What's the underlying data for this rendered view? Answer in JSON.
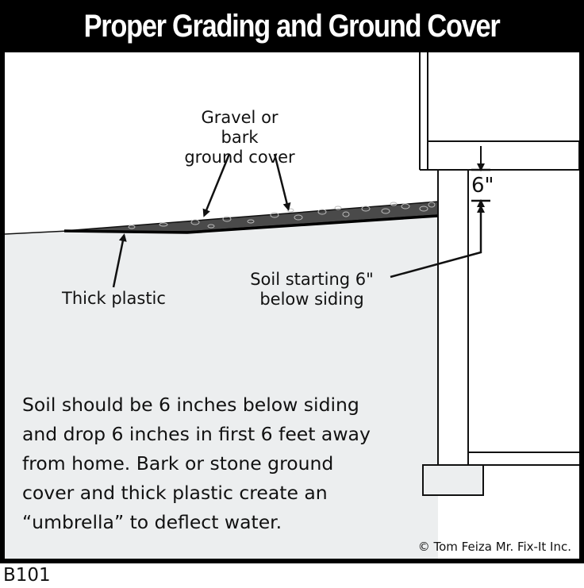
{
  "title": "Proper Grading and Ground Cover",
  "labels": {
    "ground_cover": "Gravel or bark\nground cover",
    "thick_plastic": "Thick plastic",
    "soil_start": "Soil starting 6\"\nbelow siding",
    "dimension": "6\""
  },
  "note": "Soil should be 6 inches below siding\nand drop 6 inches in first 6 feet away\nfrom home.  Bark or stone ground\ncover and thick plastic create an\n“umbrella” to deflect water.",
  "copyright": "© Tom Feiza Mr. Fix-It Inc.",
  "figure_code": "B101",
  "colors": {
    "title_bg": "#000000",
    "title_text": "#ffffff",
    "soil": "#eceeef",
    "gravel": "#4a4a4a",
    "line": "#111111"
  }
}
